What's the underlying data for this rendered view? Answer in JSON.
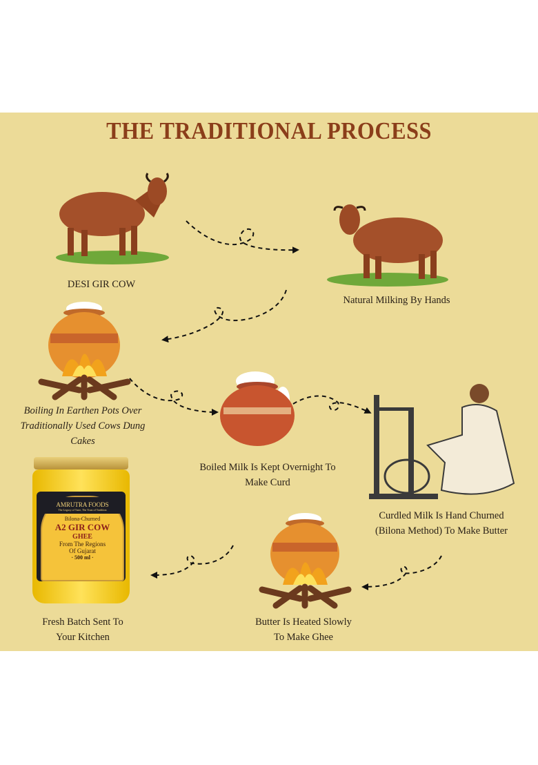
{
  "title": "THE TRADITIONAL PROCESS",
  "steps": [
    {
      "lines": [
        "DESI GIR COW"
      ],
      "icon": "cow-icon"
    },
    {
      "lines": [
        "Natural Milking By Hands"
      ],
      "icon": "cow-icon"
    },
    {
      "lines": [
        "Boiling In Earthen Pots Over",
        "Traditionally Used Cows Dung",
        "Cakes"
      ],
      "icon": "pot-on-fire-icon"
    },
    {
      "lines": [
        "Boiled Milk Is Kept Overnight To",
        "Make Curd"
      ],
      "icon": "curd-pot-icon"
    },
    {
      "lines": [
        "Curdled Milk Is Hand Churned",
        "(Bilona Method) To Make Butter"
      ],
      "icon": "churning-woman-icon"
    },
    {
      "lines": [
        "Butter Is Heated Slowly",
        "To Make Ghee"
      ],
      "icon": "pot-on-fire-icon"
    },
    {
      "lines": [
        "Fresh Batch Sent To",
        "Your Kitchen"
      ],
      "icon": "ghee-jar-icon"
    }
  ],
  "jar_label": {
    "brand": "AMRUTRA FOODS",
    "tagline": "The Legacy of Taste, The Trust of Tradition",
    "type": "Bilona-Churned",
    "product": "A2 GIR COW",
    "product_sub": "GHEE",
    "origin_1": "From The Regions",
    "origin_2": "Of Gujarat",
    "volume": "· 500 ml ·"
  },
  "colors": {
    "background": "#ecdb98",
    "title": "#8b3e1a",
    "text": "#2a2118"
  }
}
